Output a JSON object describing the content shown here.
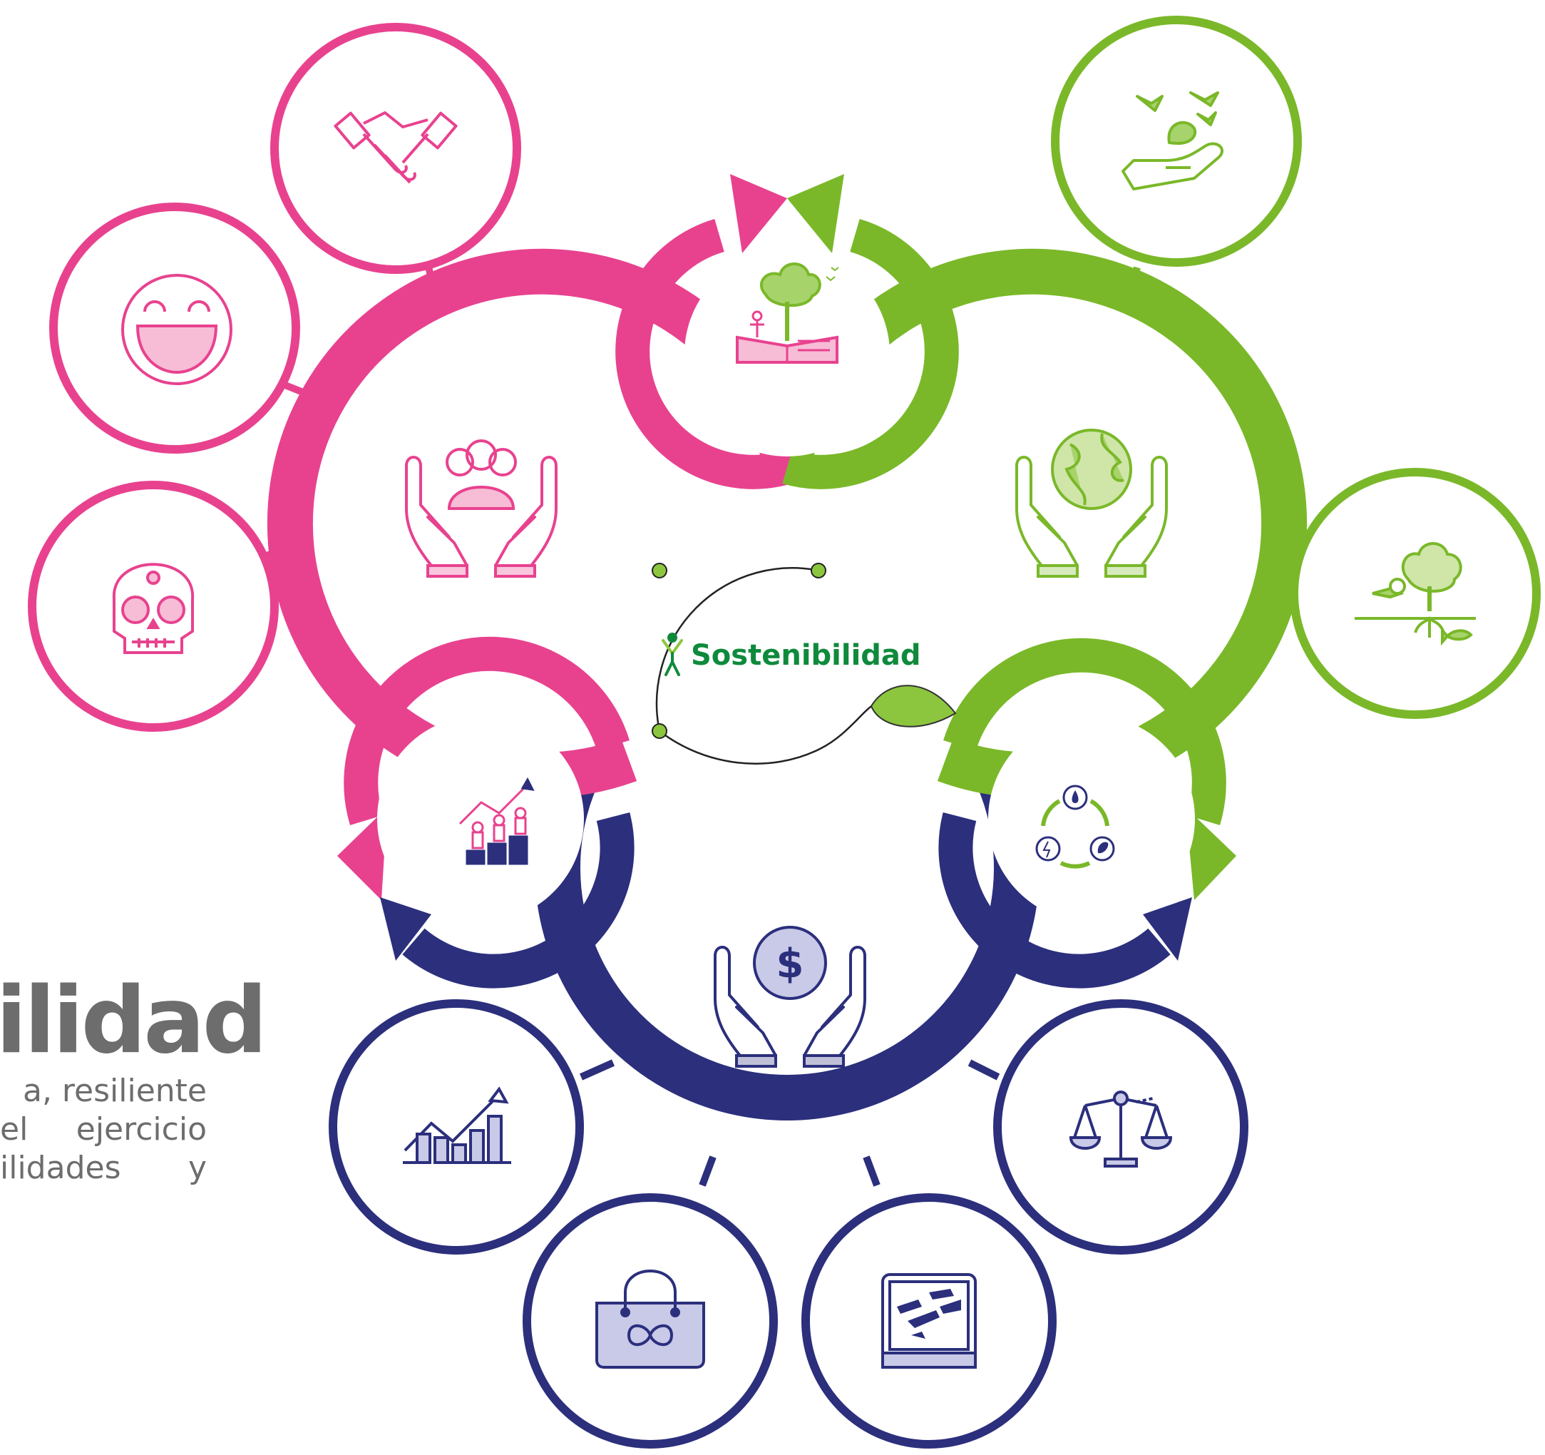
{
  "center": {
    "title": "Sostenibilidad",
    "color": "#0f8a3c"
  },
  "side_text": {
    "heading": "ilidad",
    "lines": [
      "a, resiliente",
      "el   ejercicio",
      "ilidades    y"
    ]
  },
  "colors": {
    "social": "#e8428f",
    "environmental": "#7ab829",
    "economic": "#2b2f7c",
    "leaf": "#8cc63f"
  },
  "circles": [
    {
      "group": "social",
      "icon": "handshake-icon"
    },
    {
      "group": "social",
      "icon": "smiling-face-icon"
    },
    {
      "group": "social",
      "icon": "sugar-skull-icon"
    },
    {
      "group": "social",
      "icon": "community-in-hands-icon"
    },
    {
      "group": "social",
      "icon": "people-growth-icon"
    },
    {
      "group": "social",
      "icon": "education-nature-book-icon"
    },
    {
      "group": "environmental",
      "icon": "birds-in-hand-icon"
    },
    {
      "group": "environmental",
      "icon": "earth-in-hands-icon"
    },
    {
      "group": "environmental",
      "icon": "ecosystem-tree-toucan-fish-icon"
    },
    {
      "group": "environmental",
      "icon": "resource-cycle-icon"
    },
    {
      "group": "economic",
      "icon": "money-in-hands-icon"
    },
    {
      "group": "economic",
      "icon": "growth-chart-icon"
    },
    {
      "group": "economic",
      "icon": "balance-scale-icon"
    },
    {
      "group": "economic",
      "icon": "reusable-bag-icon"
    },
    {
      "group": "economic",
      "icon": "map-book-icon"
    }
  ]
}
